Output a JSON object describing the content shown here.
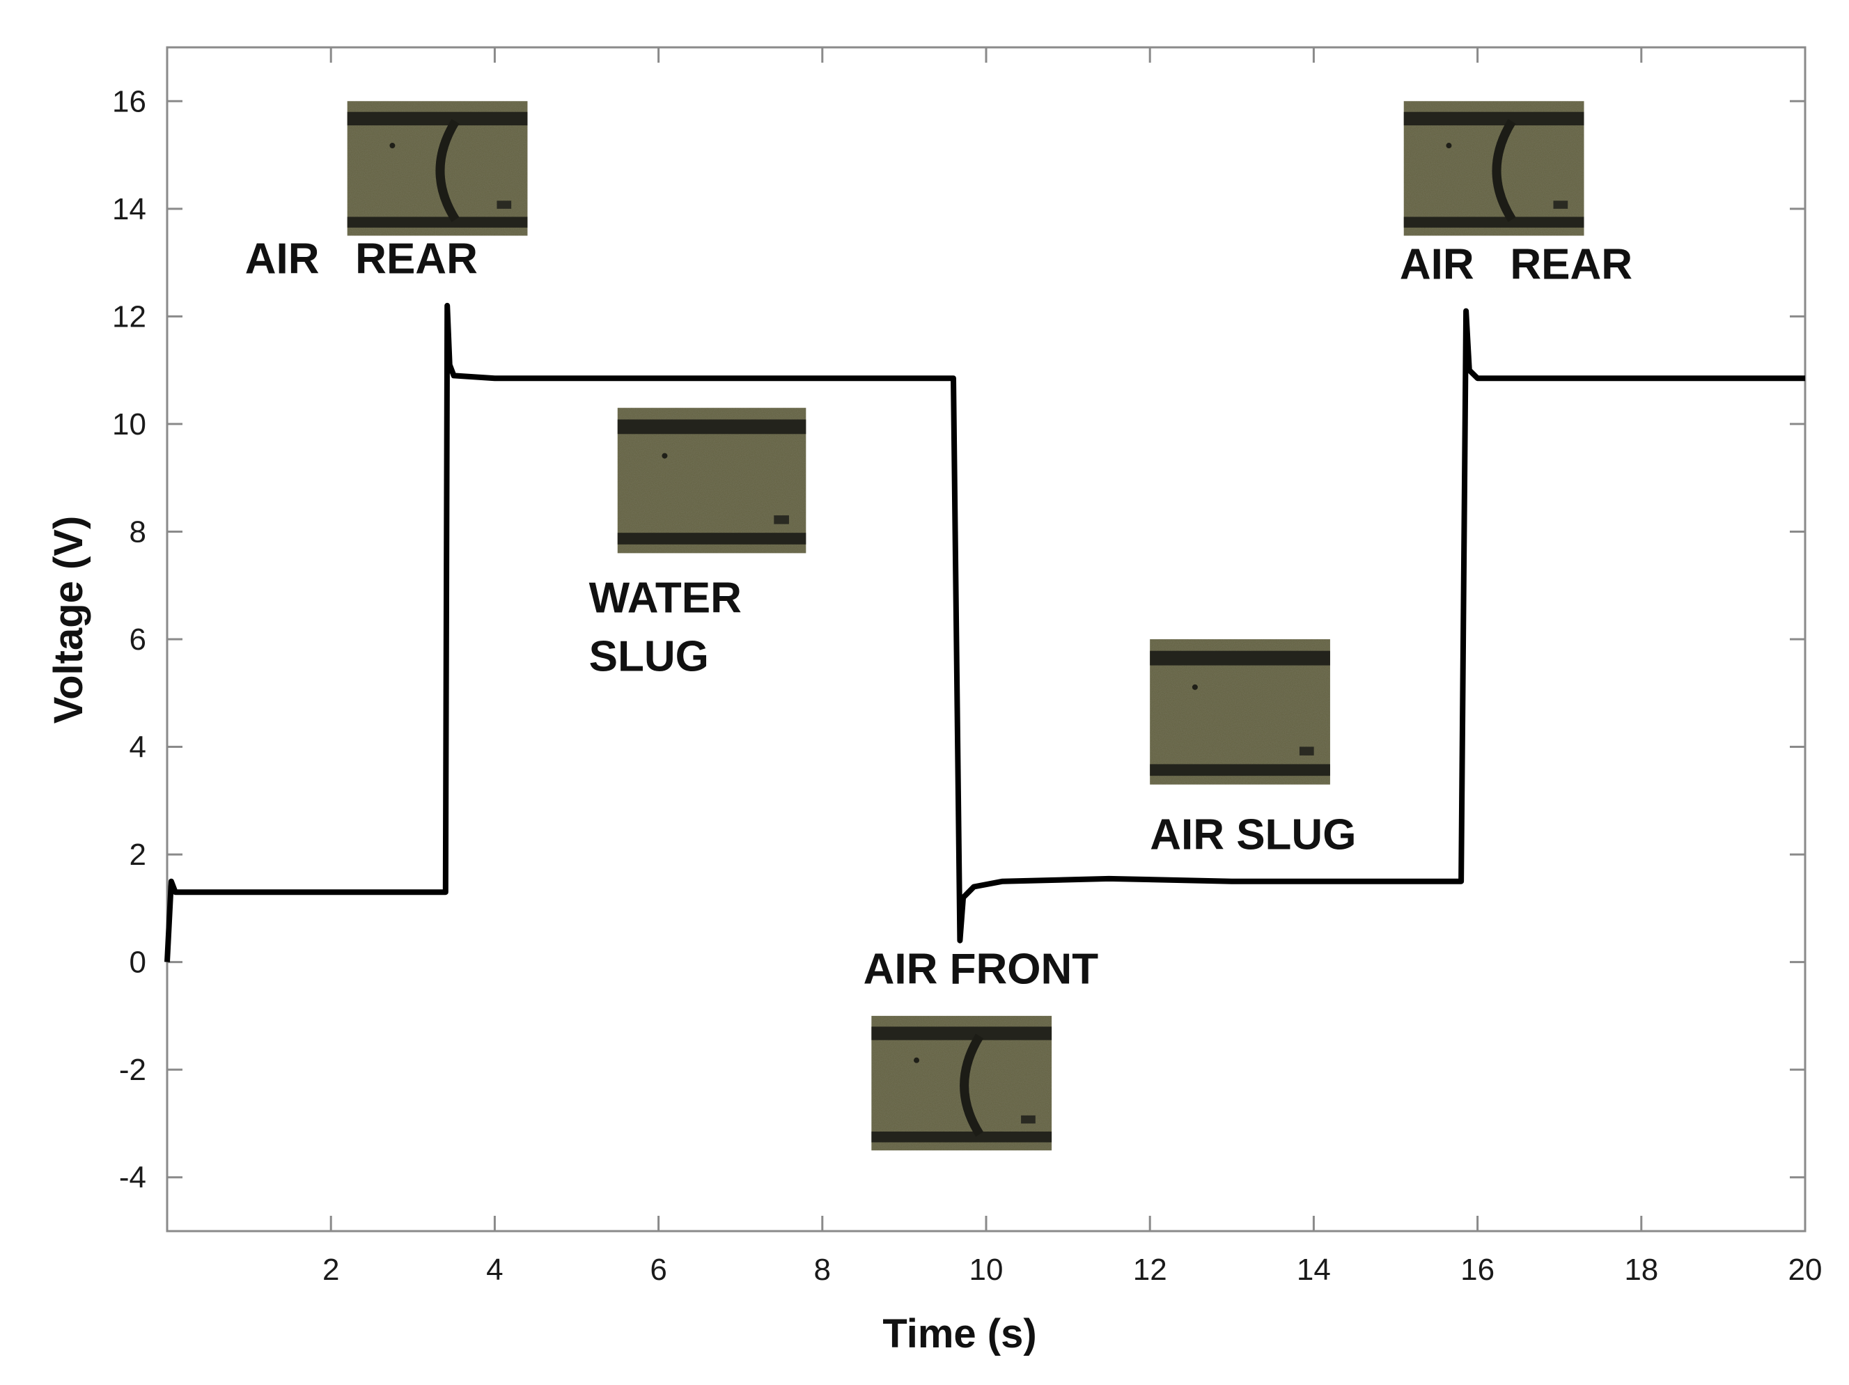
{
  "chart_data": {
    "type": "line",
    "xlabel": "Time (s)",
    "ylabel": "Voltage (V)",
    "xlim": [
      0,
      20
    ],
    "ylim": [
      -5,
      17
    ],
    "x_ticks": [
      2,
      4,
      6,
      8,
      10,
      12,
      14,
      16,
      18,
      20
    ],
    "y_ticks": [
      16,
      14,
      12,
      10,
      8,
      6,
      4,
      2,
      0,
      -2,
      -4
    ],
    "grid": false,
    "series": [
      {
        "color": "#000000",
        "points": [
          [
            0.0,
            0.0
          ],
          [
            0.05,
            1.5
          ],
          [
            0.1,
            1.3
          ],
          [
            3.4,
            1.3
          ],
          [
            3.42,
            12.2
          ],
          [
            3.45,
            11.1
          ],
          [
            3.5,
            10.9
          ],
          [
            4.0,
            10.85
          ],
          [
            9.6,
            10.85
          ],
          [
            9.68,
            0.4
          ],
          [
            9.72,
            1.2
          ],
          [
            9.85,
            1.4
          ],
          [
            10.2,
            1.5
          ],
          [
            11.5,
            1.55
          ],
          [
            13.0,
            1.5
          ],
          [
            15.8,
            1.5
          ],
          [
            15.86,
            12.1
          ],
          [
            15.9,
            11.0
          ],
          [
            16.0,
            10.85
          ],
          [
            20.0,
            10.85
          ]
        ]
      }
    ],
    "annotations": [
      {
        "id": "air-rear-1",
        "lines": [
          "AIR   REAR"
        ],
        "x": 0.95,
        "y": 12.8
      },
      {
        "id": "water-slug",
        "lines": [
          "WATER",
          "SLUG"
        ],
        "x": 5.15,
        "y": 6.5
      },
      {
        "id": "air-front",
        "lines": [
          "AIR FRONT"
        ],
        "x": 8.5,
        "y": -0.4
      },
      {
        "id": "air-slug",
        "lines": [
          "AIR SLUG"
        ],
        "x": 12.0,
        "y": 2.1
      },
      {
        "id": "air-rear-2",
        "lines": [
          "AIR   REAR"
        ],
        "x": 15.05,
        "y": 12.7
      }
    ],
    "insets": [
      {
        "id": "inset-air-rear-1",
        "type": "air-rear",
        "x0": 2.2,
        "x1": 4.4,
        "y0": 13.5,
        "y1": 16.0
      },
      {
        "id": "inset-water-slug",
        "type": "water",
        "x0": 5.5,
        "x1": 7.8,
        "y0": 7.6,
        "y1": 10.3
      },
      {
        "id": "inset-air-front",
        "type": "air-front",
        "x0": 8.6,
        "x1": 10.8,
        "y0": -3.5,
        "y1": -1.0
      },
      {
        "id": "inset-air-slug",
        "type": "water",
        "x0": 12.0,
        "x1": 14.2,
        "y0": 3.3,
        "y1": 6.0
      },
      {
        "id": "inset-air-rear-2",
        "type": "air-rear",
        "x0": 15.1,
        "x1": 17.3,
        "y0": 13.5,
        "y1": 16.0
      }
    ]
  }
}
